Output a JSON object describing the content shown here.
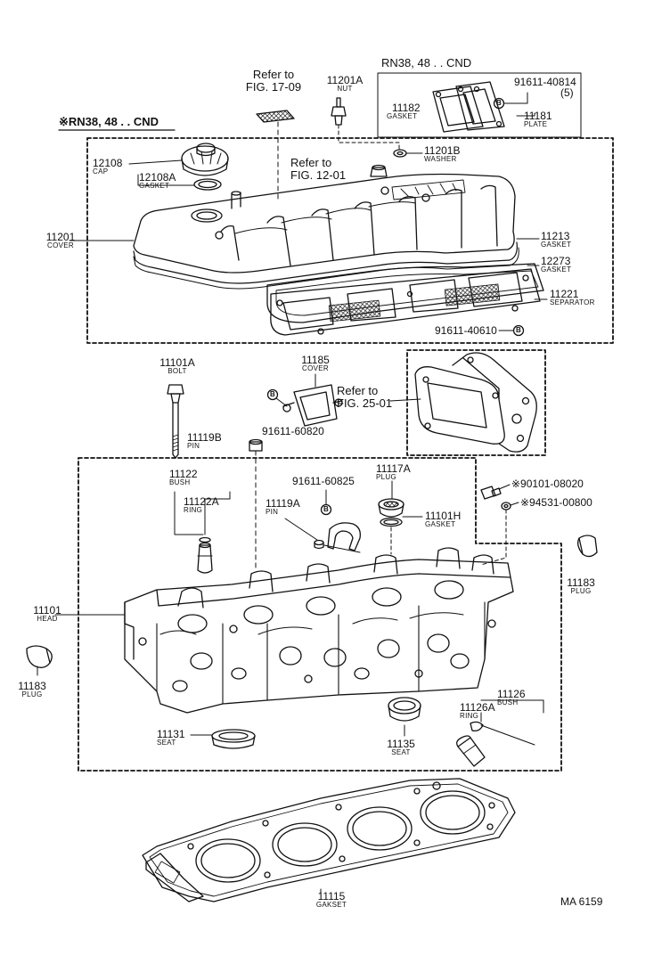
{
  "diagram": {
    "code": "MA 6159",
    "header_left": "※RN38, 48 . . CND",
    "header_right": "RN38, 48 . . CND",
    "refs": {
      "r1709": [
        "Refer to",
        "FIG. 17-09"
      ],
      "r1201": [
        "Refer to",
        "FIG. 12-01"
      ],
      "r2501": [
        "Refer to",
        "FIG. 25-01"
      ]
    },
    "parts": {
      "p11201A": {
        "number": "11201A",
        "name": "NUT"
      },
      "p91611_40814": {
        "number": "91611-40814",
        "name": "(5)"
      },
      "p11182": {
        "number": "11182",
        "name": "GASKET"
      },
      "p11181": {
        "number": "11181",
        "name": "PLATE"
      },
      "p11201B": {
        "number": "11201B",
        "name": "WASHER"
      },
      "p12108": {
        "number": "12108",
        "name": "CAP"
      },
      "p12108A": {
        "number": "12108A",
        "name": "GASKET"
      },
      "p11201": {
        "number": "11201",
        "name": "COVER"
      },
      "p11213": {
        "number": "11213",
        "name": "GASKET"
      },
      "p12273": {
        "number": "12273",
        "name": "GASKET"
      },
      "p11221": {
        "number": "11221",
        "name": "SEPARATOR"
      },
      "p91611_40610": {
        "number": "91611-40610",
        "name": ""
      },
      "p11101A": {
        "number": "11101A",
        "name": "BOLT"
      },
      "p11185": {
        "number": "11185",
        "name": "COVER"
      },
      "p91611_60820": {
        "number": "91611-60820",
        "name": ""
      },
      "p11119B": {
        "number": "11119B",
        "name": "PIN"
      },
      "p11122": {
        "number": "11122",
        "name": "BUSH"
      },
      "p11122A": {
        "number": "11122A",
        "name": "RING"
      },
      "p91611_60825": {
        "number": "91611-60825",
        "name": ""
      },
      "p11117A": {
        "number": "11117A",
        "name": "PLUG"
      },
      "p90101_08020": {
        "number": "※90101-08020",
        "name": ""
      },
      "p94531_00800": {
        "number": "※94531-00800",
        "name": ""
      },
      "p11119A": {
        "number": "11119A",
        "name": "PIN"
      },
      "p11101H": {
        "number": "11101H",
        "name": "GASKET"
      },
      "p11183R": {
        "number": "11183",
        "name": "PLUG"
      },
      "p11101": {
        "number": "11101",
        "name": "HEAD"
      },
      "p11183L": {
        "number": "11183",
        "name": "PLUG"
      },
      "p11126": {
        "number": "11126",
        "name": "BUSH"
      },
      "p11126A": {
        "number": "11126A",
        "name": "RING"
      },
      "p11131": {
        "number": "11131",
        "name": "SEAT"
      },
      "p11135": {
        "number": "11135",
        "name": "SEAT"
      },
      "p11115": {
        "number": "11115",
        "name": "GAKSET"
      }
    },
    "badge": "B"
  }
}
